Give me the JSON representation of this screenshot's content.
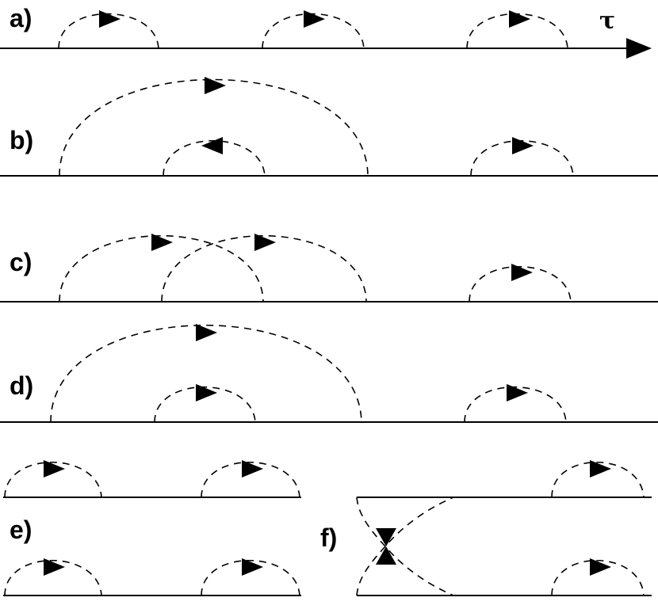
{
  "labels": {
    "a": "a)",
    "b": "b)",
    "c": "c)",
    "d": "d)",
    "e": "e)",
    "f": "f)",
    "axis": "τ"
  }
}
